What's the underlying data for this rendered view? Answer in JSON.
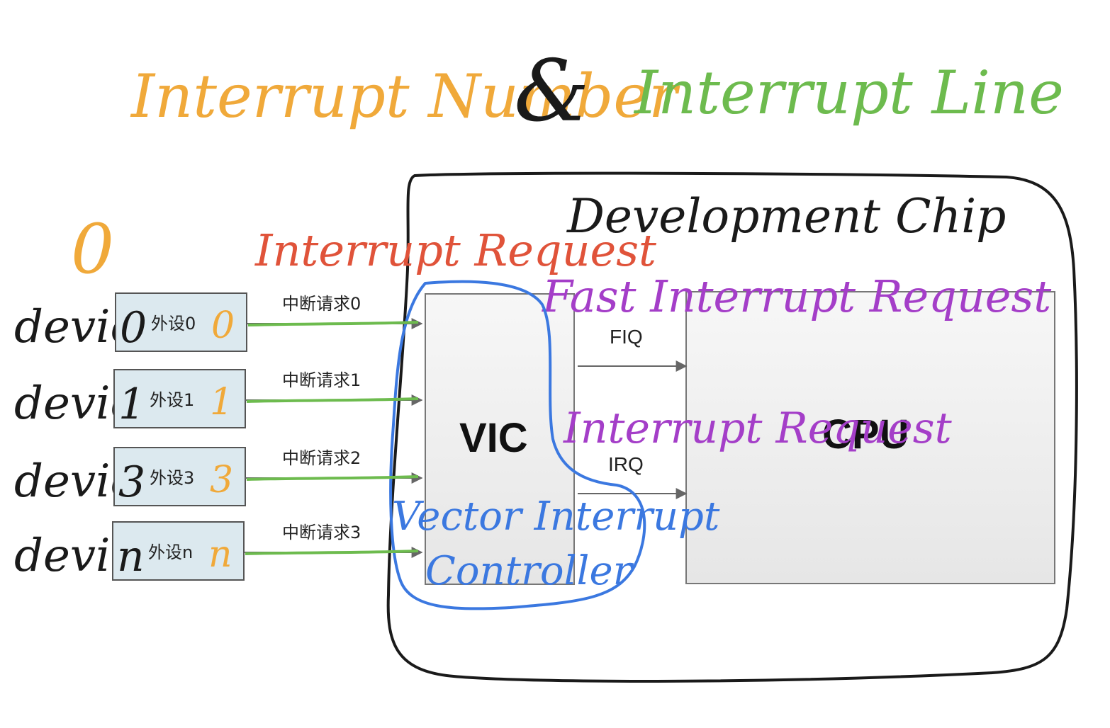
{
  "title": {
    "part1": "Interrupt Number",
    "amp": "&",
    "part2": "Interrupt Line"
  },
  "numbers_header": "0",
  "interrupt_request_label": "Interrupt Request",
  "chip_label": "Development Chip",
  "devices": [
    {
      "device_label": "device",
      "device_num": "0",
      "peripheral": "外设0",
      "number": "0",
      "request": "中断请求0"
    },
    {
      "device_label": "device",
      "device_num": "1",
      "peripheral": "外设1",
      "number": "1",
      "request": "中断请求1"
    },
    {
      "device_label": "device",
      "device_num": "3",
      "peripheral": "外设3",
      "number": "3",
      "request": "中断请求2"
    },
    {
      "device_label": "device",
      "device_num": "n",
      "peripheral": "外设n",
      "number": "n",
      "request": "中断请求3"
    }
  ],
  "vic": {
    "label": "VIC",
    "annotation_line1": "Vector Interrupt",
    "annotation_line2": "Controller"
  },
  "cpu": {
    "label": "CPU"
  },
  "signals": {
    "fiq": "FIQ",
    "irq": "IRQ",
    "fiq_annotation": "Fast Interrupt Request",
    "irq_annotation": "Interrupt Request"
  },
  "colors": {
    "orange": "#f0a93a",
    "green": "#6dbb4e",
    "red": "#e0533a",
    "purple": "#a43ec8",
    "blue": "#3b78e0",
    "black": "#1a1a1a",
    "box_fill": "#dce9ef",
    "box_stroke": "#555555",
    "block_fill": "#f0f0f0"
  }
}
